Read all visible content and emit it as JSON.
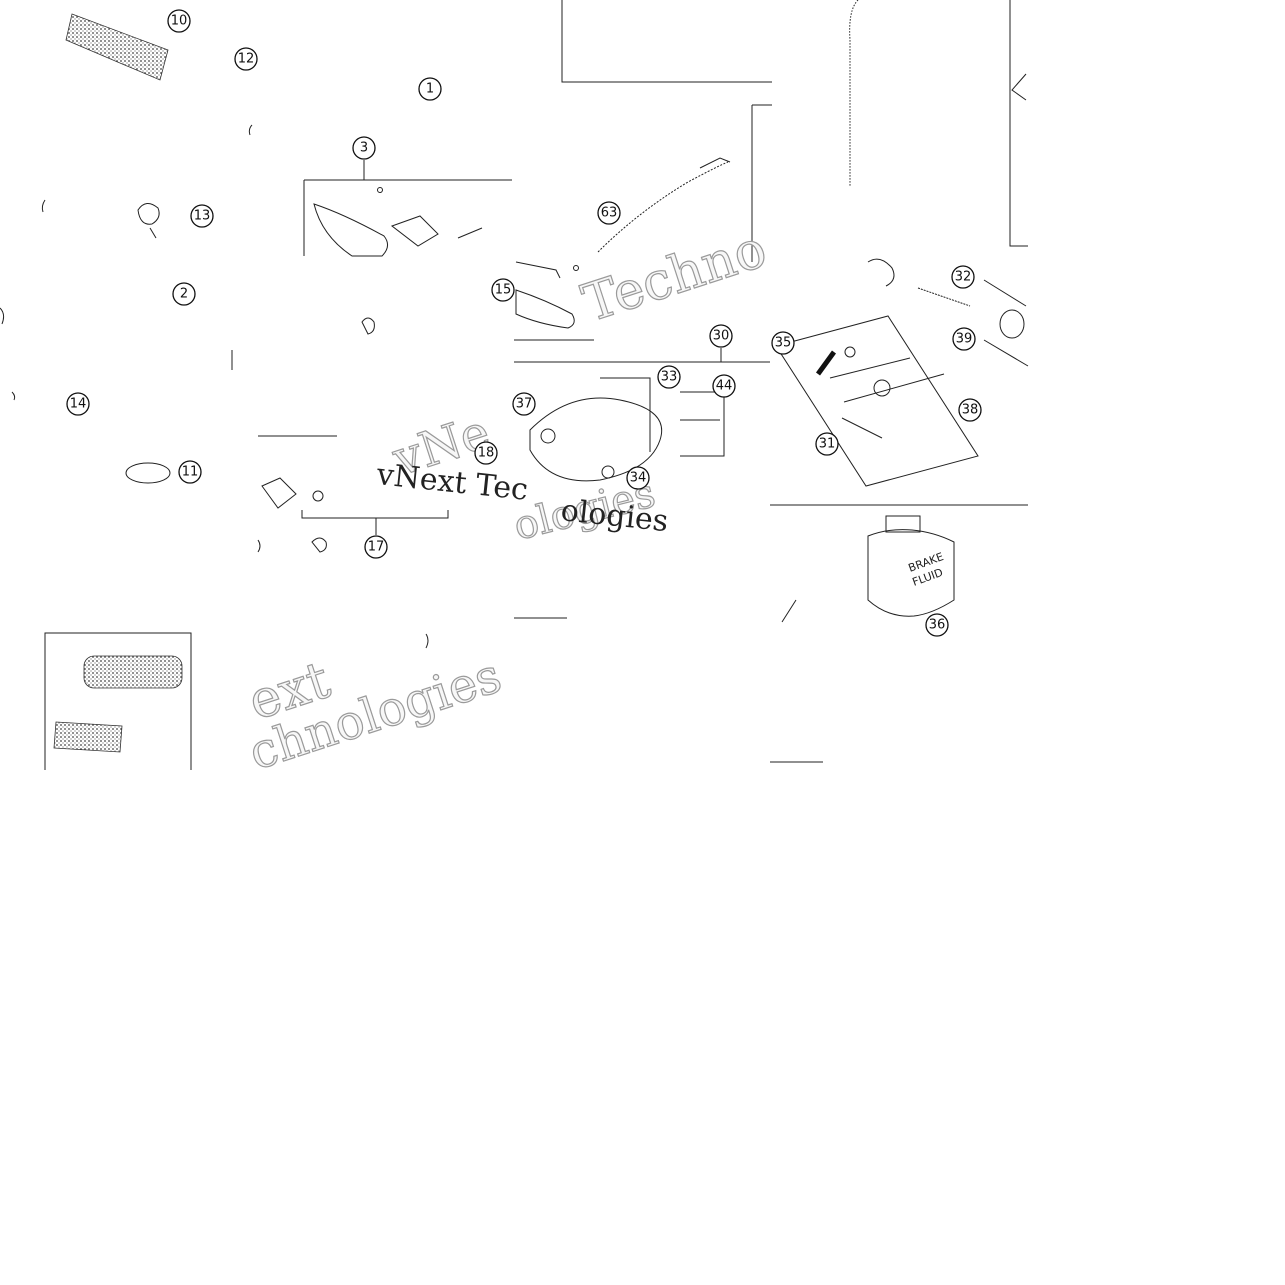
{
  "callouts": [
    {
      "id": "c10",
      "label": "10"
    },
    {
      "id": "c12",
      "label": "12"
    },
    {
      "id": "c1",
      "label": "1"
    },
    {
      "id": "c3",
      "label": "3"
    },
    {
      "id": "c13",
      "label": "13"
    },
    {
      "id": "c2",
      "label": "2"
    },
    {
      "id": "c14",
      "label": "14"
    },
    {
      "id": "c11",
      "label": "11"
    },
    {
      "id": "c63",
      "label": "63"
    },
    {
      "id": "c15",
      "label": "15"
    },
    {
      "id": "c30",
      "label": "30"
    },
    {
      "id": "c33",
      "label": "33"
    },
    {
      "id": "c44",
      "label": "44"
    },
    {
      "id": "c37",
      "label": "37"
    },
    {
      "id": "c34",
      "label": "34"
    },
    {
      "id": "c18",
      "label": "18"
    },
    {
      "id": "c17",
      "label": "17"
    },
    {
      "id": "c32",
      "label": "32"
    },
    {
      "id": "c35",
      "label": "35"
    },
    {
      "id": "c39",
      "label": "39"
    },
    {
      "id": "c38",
      "label": "38"
    },
    {
      "id": "c31",
      "label": "31"
    },
    {
      "id": "c36",
      "label": "36"
    }
  ],
  "watermark": {
    "line1": "vNext Tec",
    "line2": "ologies",
    "diag_a": "Techno",
    "diag_b": "ext",
    "diag_c": "chnologies",
    "diag_d": "ologies",
    "diag_e": "vNe"
  },
  "bottle": {
    "line1": "BRAKE",
    "line2": "FLUID"
  }
}
